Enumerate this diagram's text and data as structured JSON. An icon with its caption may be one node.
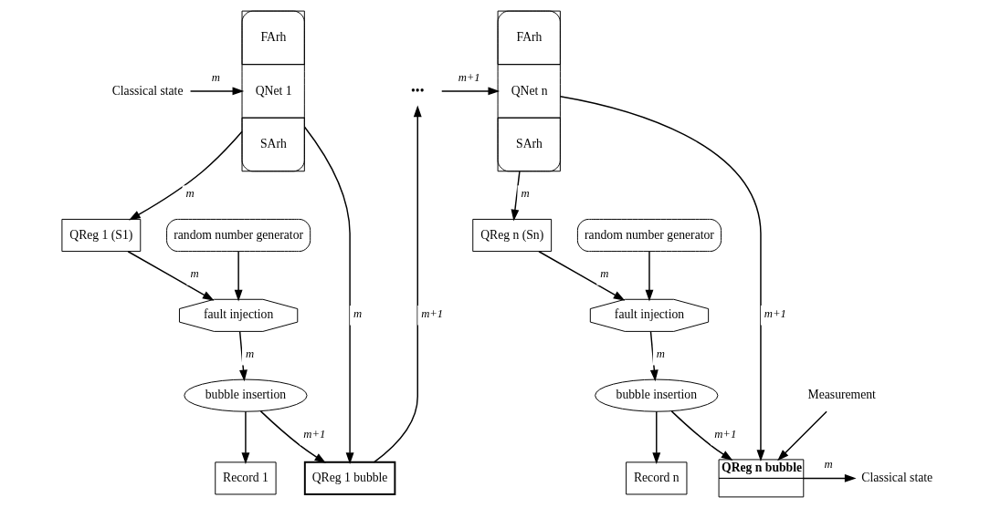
{
  "diagram": {
    "nodes": [
      {
        "text": [
          "Classical state"
        ]
      },
      {
        "text": [
          "FArh",
          "QNet 1",
          "SArh"
        ]
      },
      {
        "text": [
          "QReg 1 (S1)"
        ]
      },
      {
        "text": [
          "random number generator"
        ]
      },
      {
        "text": [
          "fault injection"
        ]
      },
      {
        "text": [
          "Record 1"
        ]
      },
      {
        "text": [
          "bubble insertion"
        ]
      },
      {
        "text": [
          "QReg 1 bubble"
        ]
      },
      {
        "text": [
          "•••"
        ]
      },
      {
        "text": [
          "FArh",
          "QNet n",
          "SArh"
        ]
      },
      {
        "text": [
          "QReg n (Sn)"
        ]
      },
      {
        "text": [
          "random number generator"
        ]
      },
      {
        "text": [
          "fault injection"
        ]
      },
      {
        "text": [
          "Record n"
        ]
      },
      {
        "text": [
          "bubble insertion"
        ]
      },
      {
        "text": [
          "QReg n bubble"
        ]
      },
      {
        "text": [
          "Classical state"
        ]
      },
      {
        "text": [
          "Measurement"
        ]
      }
    ],
    "edges": [
      {
        "from": 0,
        "to": 1,
        "arrow": "to",
        "label": "m"
      },
      {
        "from": 1,
        "to": 2,
        "arrow": "to",
        "label": "m"
      },
      {
        "from": 2,
        "to": 4,
        "arrow": "to",
        "label": "m"
      },
      {
        "from": 3,
        "to": 4,
        "arrow": "to"
      },
      {
        "from": 4,
        "to": 6,
        "arrow": "to",
        "label": "m"
      },
      {
        "from": 6,
        "to": 5,
        "arrow": "to"
      },
      {
        "from": 6,
        "to": 7,
        "arrow": "to",
        "label": "m+1"
      },
      {
        "from": 1,
        "to": 7,
        "arrow": "to",
        "label": "m"
      },
      {
        "from": 7,
        "to": 8,
        "arrow": "to",
        "label": "m+1"
      },
      {
        "from": 8,
        "to": 9,
        "arrow": "to",
        "label": "m+1"
      },
      {
        "from": 9,
        "to": 10,
        "arrow": "to",
        "label": "m"
      },
      {
        "from": 10,
        "to": 12,
        "arrow": "to",
        "label": "m"
      },
      {
        "from": 11,
        "to": 12,
        "arrow": "to"
      },
      {
        "from": 12,
        "to": 14,
        "arrow": "to",
        "label": "m"
      },
      {
        "from": 14,
        "to": 13,
        "arrow": "to"
      },
      {
        "from": 14,
        "to": 15,
        "arrow": "to",
        "label": "m+1"
      },
      {
        "from": 9,
        "to": 15,
        "arrow": "to",
        "label": "m+1"
      },
      {
        "from": 15,
        "to": 16,
        "arrow": "to",
        "label": "m"
      },
      {
        "from": 17,
        "to": 15,
        "arrow": "to"
      }
    ]
  }
}
